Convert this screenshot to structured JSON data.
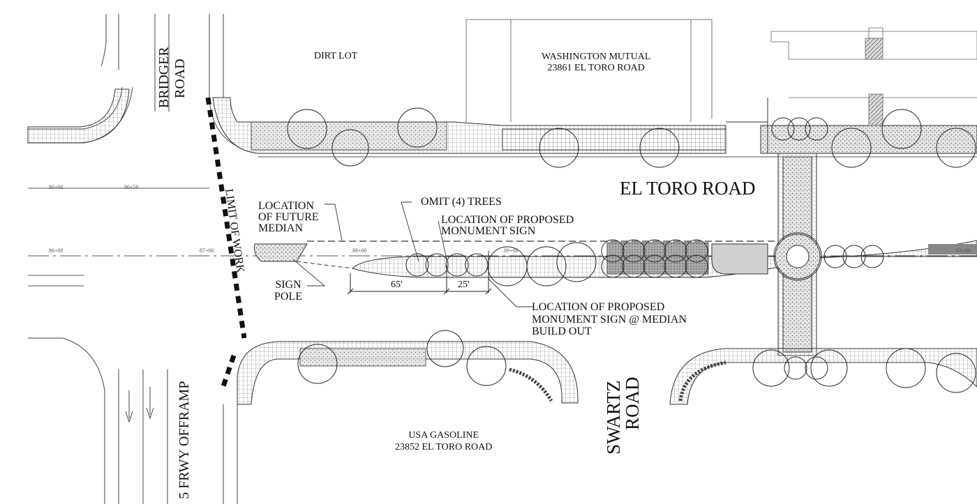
{
  "roads": {
    "bridger": [
      "BRIDGER",
      "ROAD"
    ],
    "el_toro": "EL TORO ROAD",
    "swartz": [
      "SWARTZ",
      "ROAD"
    ],
    "frwy_offramp": "5 FRWY OFFRAMP",
    "limit_of_work": "LIMIT OF WORK"
  },
  "parcels": {
    "dirt_lot": "DIRT LOT",
    "washington_mutual": [
      "WASHINGTON MUTUAL",
      "23861 EL TORO ROAD"
    ],
    "usa_gasoline": [
      "USA GASOLINE",
      "23852 EL TORO ROAD"
    ]
  },
  "callouts": {
    "future_median": [
      "LOCATION",
      "OF FUTURE",
      "MEDIAN"
    ],
    "omit_trees": "OMIT (4) TREES",
    "monument_sign": [
      "LOCATION OF PROPOSED",
      "MONUMENT SIGN"
    ],
    "monument_sign_median": [
      "LOCATION OF PROPOSED",
      "MONUMENT SIGN @ MEDIAN",
      "BUILD OUT"
    ],
    "sign_pole": [
      "SIGN",
      "POLE"
    ]
  },
  "dimensions": {
    "d1": "65'",
    "d2": "25'"
  },
  "stations": {
    "s1": "86+00",
    "s2": "86+50",
    "s3": "86+00",
    "s4": "87+00",
    "s5": "88+00",
    "s6": "89+00",
    "s7": "92+00"
  }
}
